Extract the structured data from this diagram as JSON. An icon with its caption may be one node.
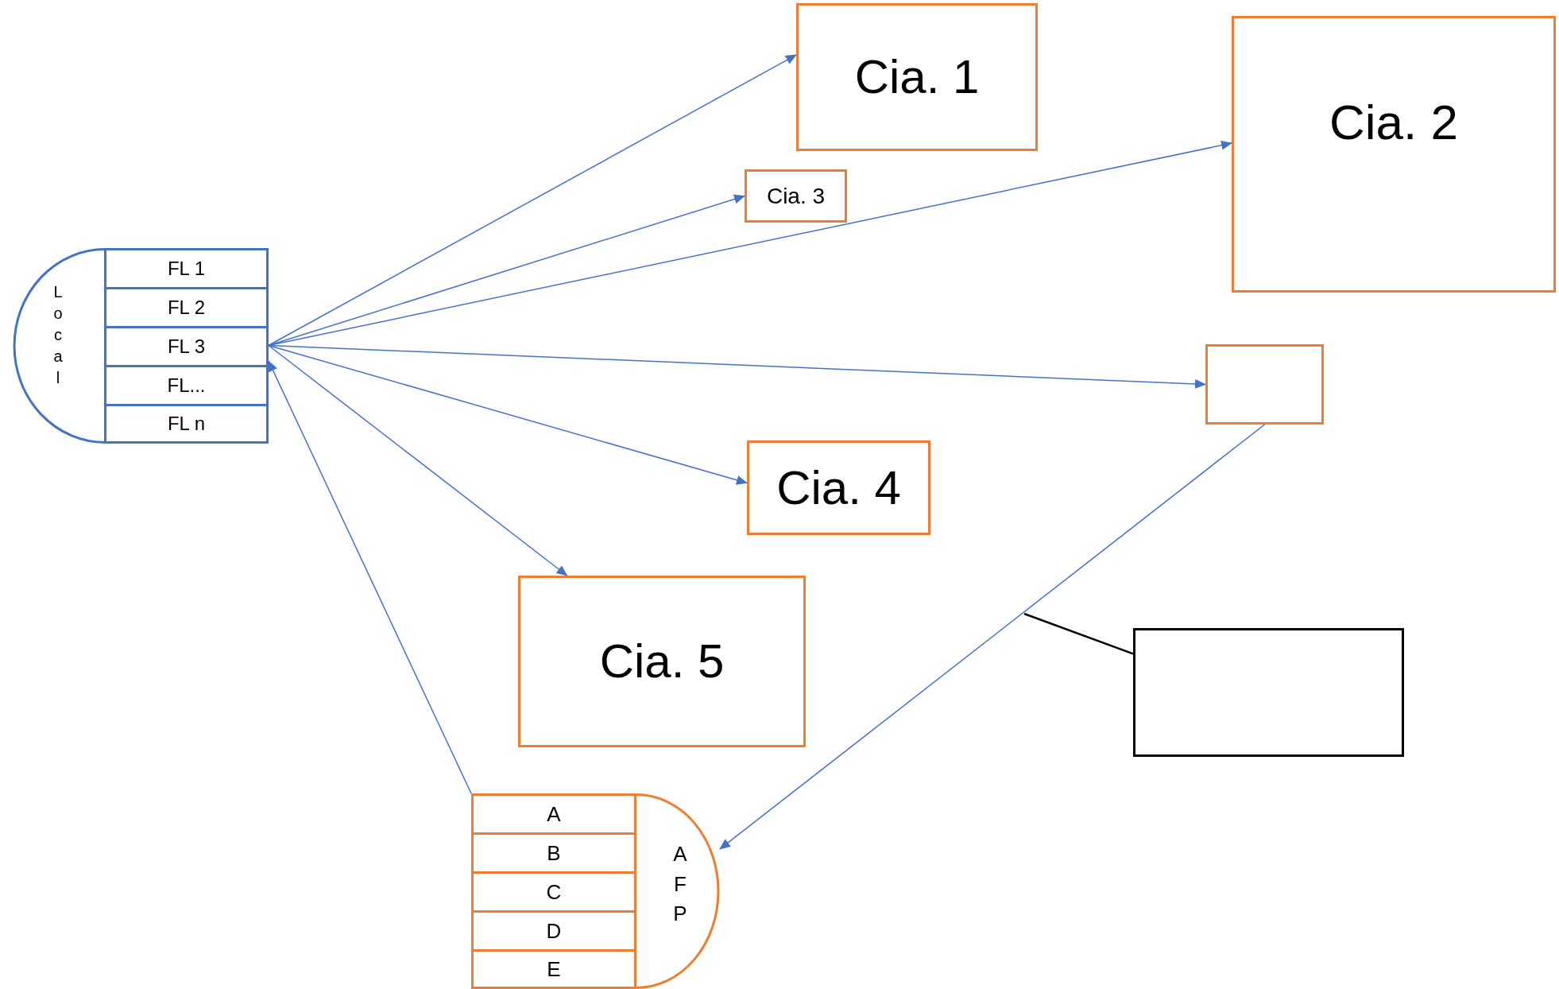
{
  "diagram": {
    "nodes": [
      {
        "text": [
          "Local"
        ]
      },
      {
        "text": [
          "FL 1"
        ],
        "in": 0
      },
      {
        "text": [
          "FL 2"
        ],
        "in": 0
      },
      {
        "text": [
          "FL 3"
        ],
        "in": 0
      },
      {
        "text": [
          "FL..."
        ],
        "in": 0
      },
      {
        "text": [
          "FL n"
        ],
        "in": 0
      },
      {
        "text": [
          "Cia. 1"
        ]
      },
      {
        "text": [
          "Cia. 2"
        ]
      },
      {
        "text": [
          "Cia. 3"
        ]
      },
      {
        "text": [],
        "shape": "box"
      },
      {
        "text": [
          "Cia. 4"
        ]
      },
      {
        "text": [
          "Cia. 5"
        ]
      },
      {
        "text": [],
        "shape": "box"
      },
      {
        "text": [
          "AFP"
        ]
      },
      {
        "text": [
          "A"
        ],
        "in": 13
      },
      {
        "text": [
          "B"
        ],
        "in": 13
      },
      {
        "text": [
          "C"
        ],
        "in": 13
      },
      {
        "text": [
          "D"
        ],
        "in": 13
      },
      {
        "text": [
          "E"
        ],
        "in": 13
      }
    ],
    "edges": [
      {
        "from": 3,
        "to": 6,
        "arrow": "to"
      },
      {
        "from": 3,
        "to": 8,
        "arrow": "to"
      },
      {
        "from": 3,
        "to": 7,
        "arrow": "to"
      },
      {
        "from": 3,
        "to": 9,
        "arrow": "to"
      },
      {
        "from": 3,
        "to": 10,
        "arrow": "to"
      },
      {
        "from": 3,
        "to": 11,
        "arrow": "to"
      },
      {
        "from": 14,
        "to": 3,
        "arrow": "to"
      },
      {
        "from": 9,
        "to": 13,
        "arrow": "to"
      },
      {
        "from": 12,
        "to": null,
        "arrow": "none",
        "color": "#000000"
      }
    ]
  }
}
